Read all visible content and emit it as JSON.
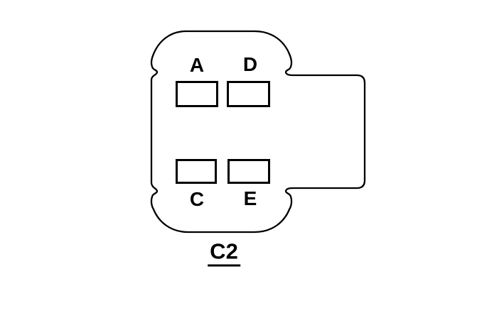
{
  "diagram": {
    "type": "connector-pinout",
    "connector_label": "C2",
    "pins": [
      {
        "label": "A",
        "position": "top-left"
      },
      {
        "label": "D",
        "position": "top-right"
      },
      {
        "label": "C",
        "position": "bottom-left"
      },
      {
        "label": "E",
        "position": "bottom-right"
      }
    ],
    "colors": {
      "line": "#000000",
      "background": "#ffffff"
    }
  }
}
